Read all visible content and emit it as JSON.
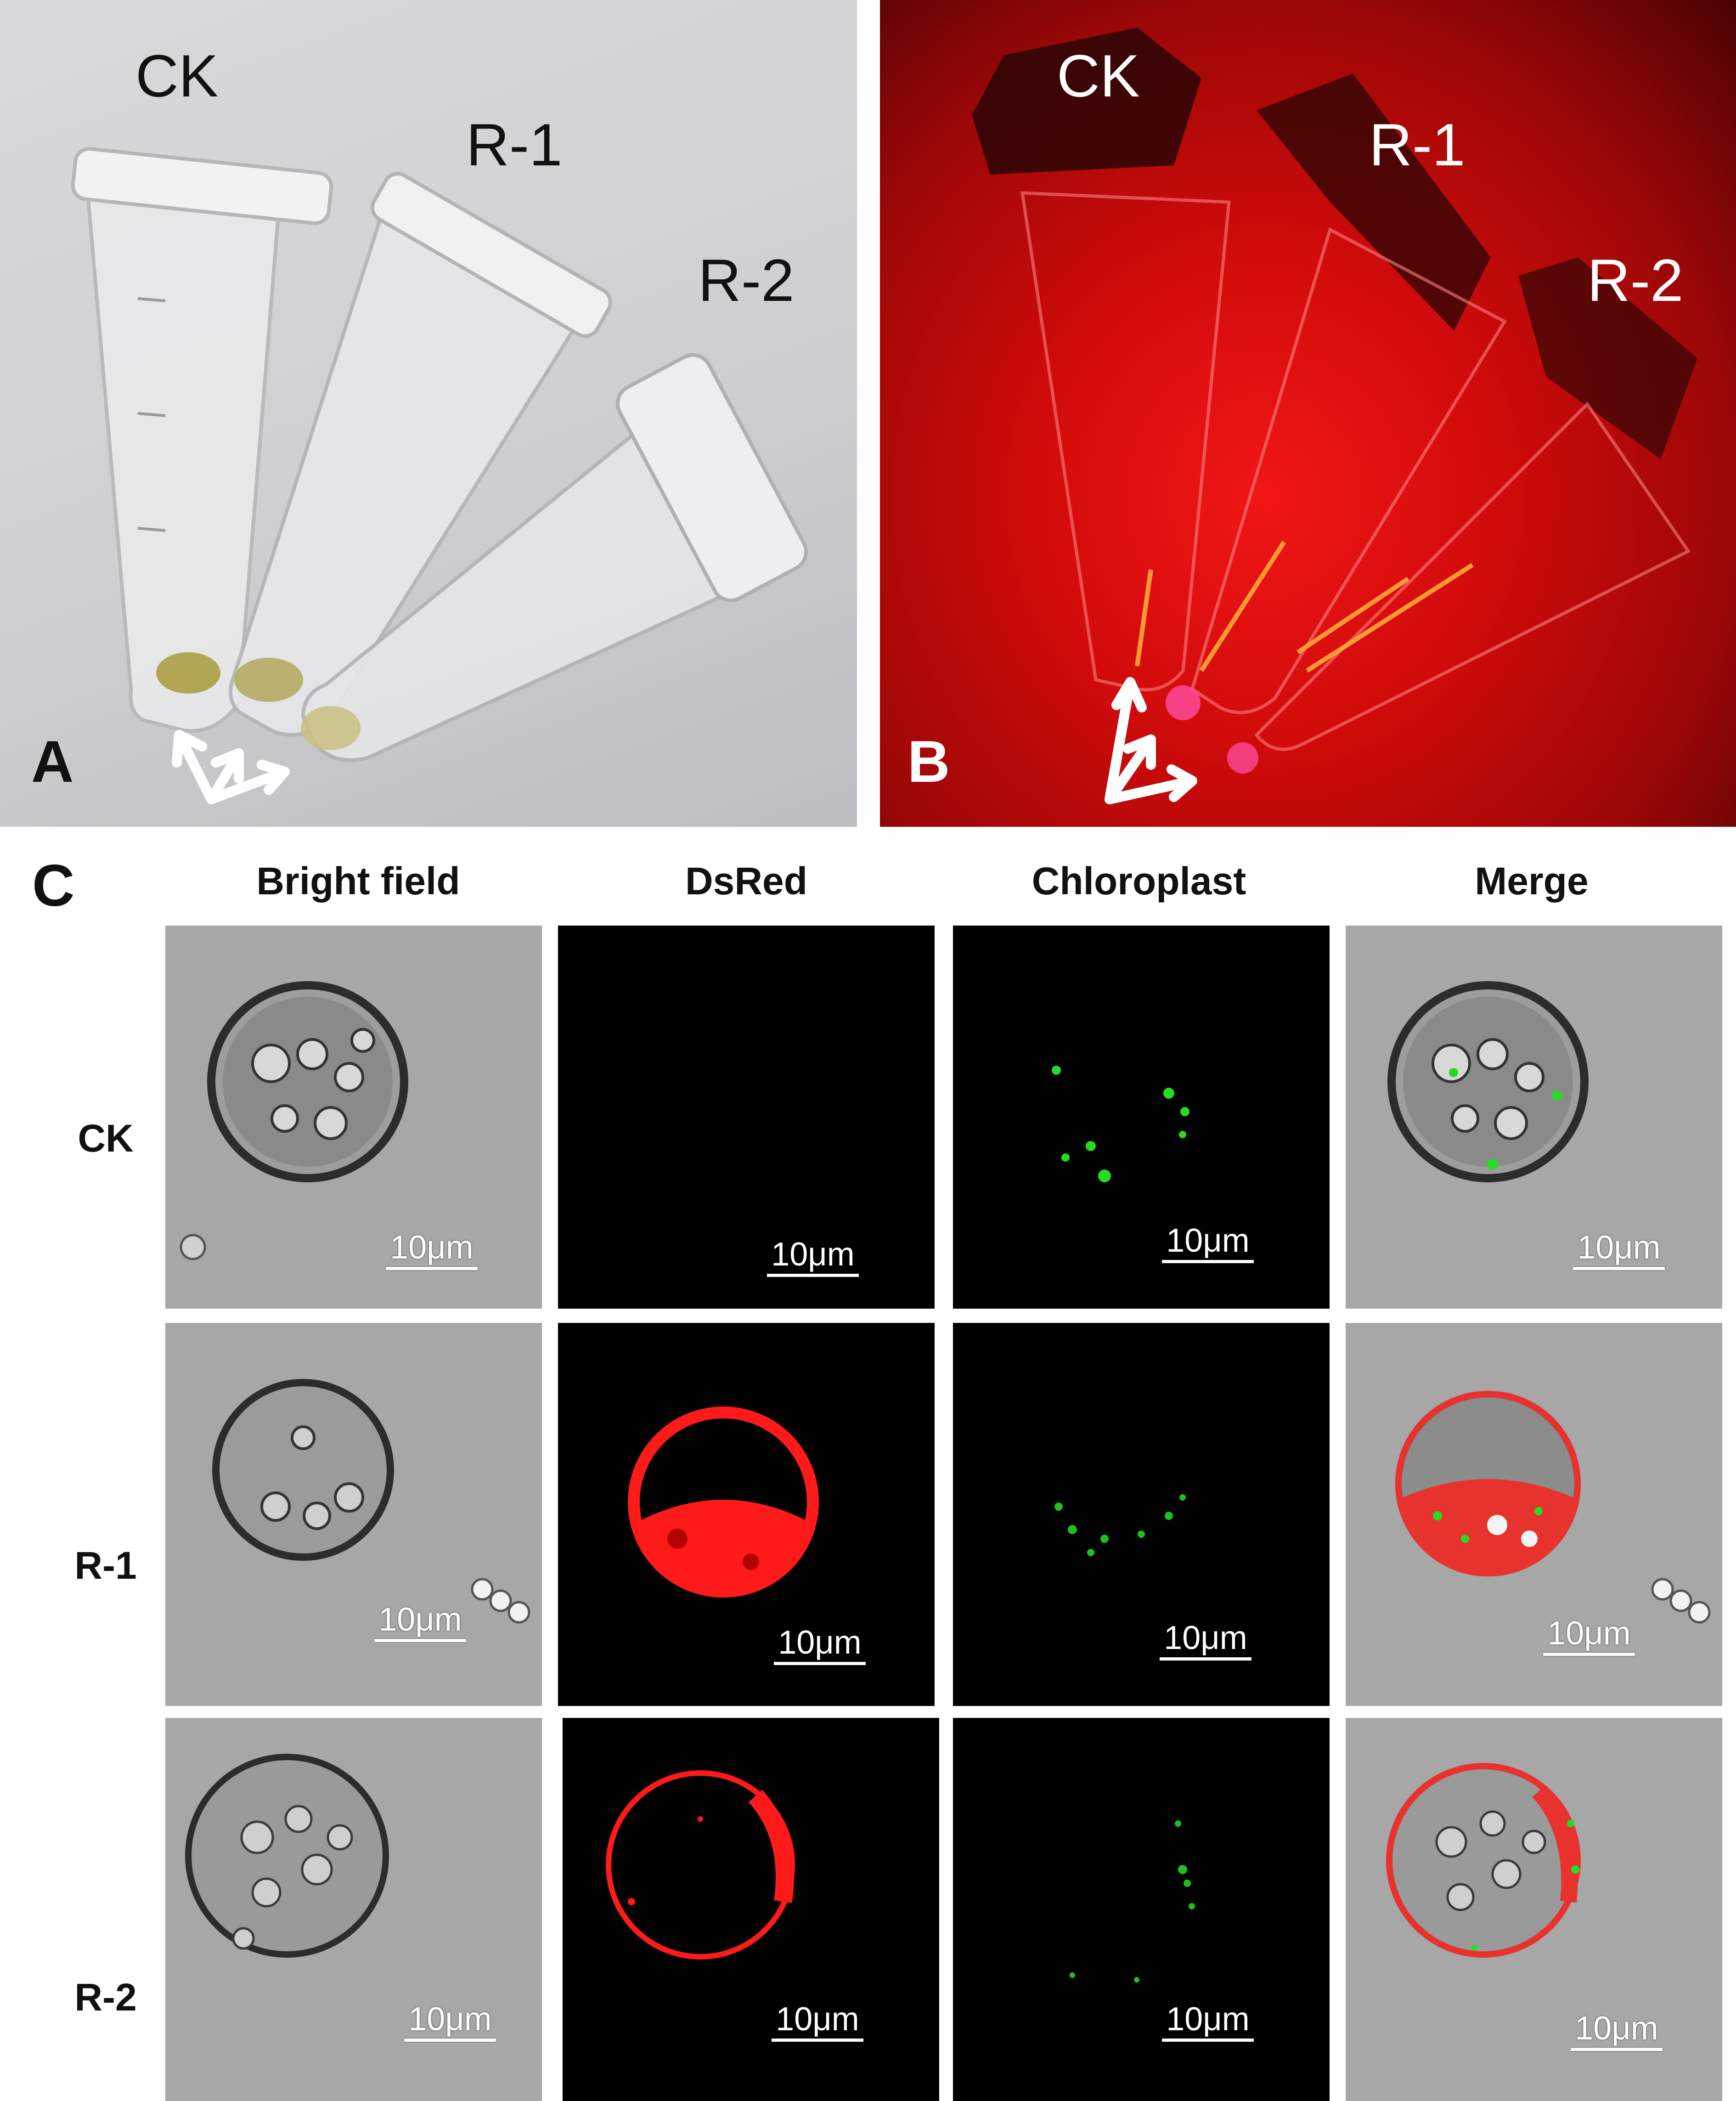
{
  "figure": {
    "panel_a": {
      "letter": "A",
      "tube_labels": [
        "CK",
        "R-1",
        "R-2"
      ]
    },
    "panel_b": {
      "letter": "B",
      "tube_labels": [
        "CK",
        "R-1",
        "R-2"
      ]
    },
    "panel_c": {
      "letter": "C",
      "columns": [
        "Bright field",
        "DsRed",
        "Chloroplast",
        "Merge"
      ],
      "rows": [
        "CK",
        "R-1",
        "R-2"
      ],
      "scale_label": "10μm"
    }
  },
  "colors": {
    "dsred": "#ff1a1a",
    "chloroplast": "#22dd22",
    "background_red": "#d10b0b"
  }
}
